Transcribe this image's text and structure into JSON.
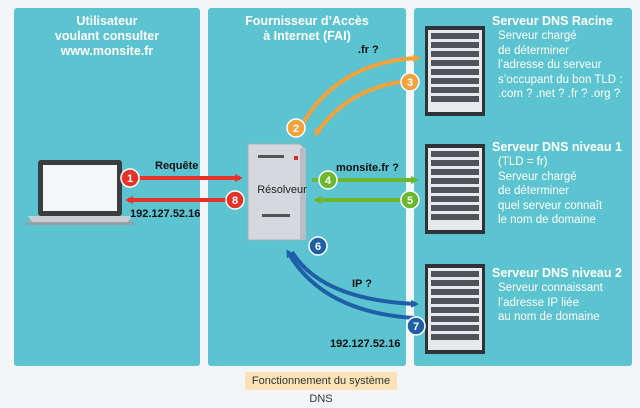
{
  "user": {
    "title": "Utilisateur\nvoulant consulter\nwww.monsite.fr"
  },
  "fai": {
    "title": "Fournisseur d’Accès\nà Internet (FAI)",
    "resolver": "Résolveur"
  },
  "servers": {
    "root": {
      "title": "Serveur DNS Racine",
      "desc": "Serveur chargé\nde déterminer\nl’adresse du serveur\ns’occupant du bon TLD :\n.com ? .net ? .fr ? .org ?"
    },
    "level1": {
      "title": "Serveur DNS niveau 1",
      "desc": "(TLD = fr)\nServeur chargé\nde déterminer\nquel serveur connaît\nle nom de domaine"
    },
    "level2": {
      "title": "Serveur DNS niveau 2",
      "desc": "Serveur connaissant\nl’adresse IP liée\nau nom de domaine"
    }
  },
  "arrows": {
    "requete": "Requête",
    "ip_return": "192.127.52.16",
    "fr_query": ".fr ?",
    "monsite_query": "monsite.fr ?",
    "ip_query": "IP ?",
    "ip_answer": "192.127.52.16"
  },
  "steps": [
    "1",
    "2",
    "3",
    "4",
    "5",
    "6",
    "7",
    "8"
  ],
  "caption": "Fonctionnement du système DNS",
  "colors": {
    "panel": "#5cc3d1",
    "red": "#e5332a",
    "orange": "#f4a23c",
    "green": "#6cb72e",
    "blue": "#1f5fa8"
  }
}
